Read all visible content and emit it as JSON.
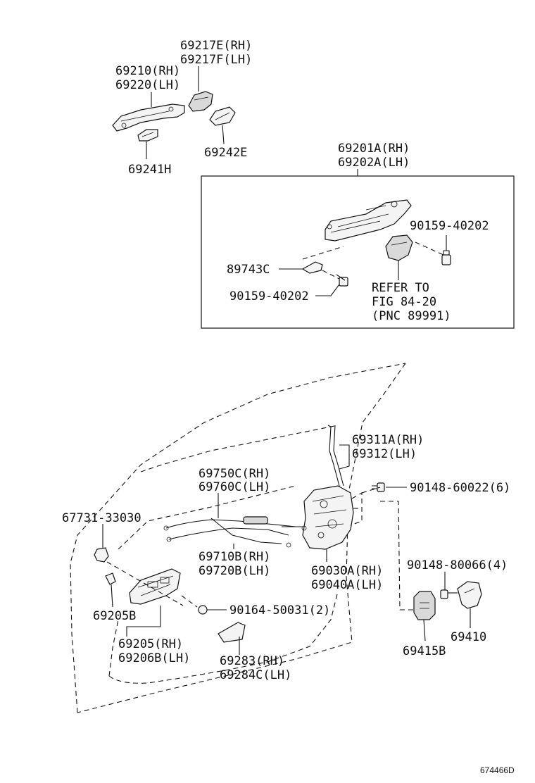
{
  "labels": {
    "handle_cover_rh": "69217E(RH)",
    "handle_cover_lh": "69217F(LH)",
    "outside_handle_rh": "69210(RH)",
    "outside_handle_lh": "69220(LH)",
    "pad_69241h": "69241H",
    "pad_69242e": "69242E",
    "frame_rh": "69201A(RH)",
    "frame_lh": "69202A(LH)",
    "bolt_upper": "90159-40202",
    "clip_89743c": "89743C",
    "bolt_lower": "90159-40202",
    "refer_line1": "REFER TO",
    "refer_line2": "FIG 84-20",
    "refer_line3": "(PNC 89991)",
    "rod_rh": "69311A(RH)",
    "rod_lh": "69312(LH)",
    "cable_rh": "69750C(RH)",
    "cable_lh": "69760C(LH)",
    "screw_6": "90148-60022(6)",
    "clamp_67731": "67731-33030",
    "cable_lower_rh": "69710B(RH)",
    "cable_lower_lh": "69720B(LH)",
    "lock_rh": "69030A(RH)",
    "lock_lh": "69040A(LH)",
    "screw_4": "90148-80066(4)",
    "bezel_69205b": "69205B",
    "screw_2": "90164-50031(2)",
    "striker_plate": "69415B",
    "striker": "69410",
    "inside_handle_rh": "69205(RH)",
    "inside_handle_lh": "69206B(LH)",
    "cover_rh": "69283(RH)",
    "cover_lh": "69284C(LH)",
    "figure_id": "674466D"
  }
}
